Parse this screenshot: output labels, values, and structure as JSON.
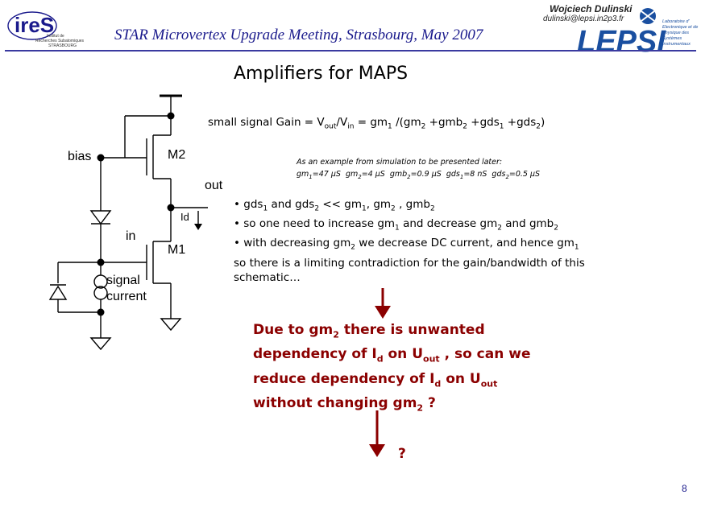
{
  "header": {
    "meeting_title": "STAR Microvertex Upgrade Meeting, Strasbourg, May 2007",
    "author": "Wojciech Dulinski",
    "email": "dulinski@lepsi.in2p3.fr",
    "ires_logo_text": "ireS",
    "ires_logo_subtext": [
      "Institut de",
      "Recherches Subatomiques",
      "STRASBOURG"
    ],
    "lepsi_logo_text": "LEPSI",
    "lepsi_logo_subtext": [
      "Laboratoire d'",
      "Electronique et de",
      "Physique des",
      "Systèmes",
      "Instrumentaux"
    ]
  },
  "slide": {
    "title": "Amplifiers for MAPS",
    "page_number": "8"
  },
  "circuit": {
    "labels": {
      "bias": "bias",
      "m2": "M2",
      "out": "out",
      "id": "Id",
      "in": "in",
      "m1": "M1",
      "signal": "signal",
      "current": "current"
    }
  },
  "colors": {
    "header_blue": "#1a1a8c",
    "arrow_red": "#8b0000",
    "text_dark_red": "#8b0000",
    "lepsi_blue": "#1a4fa0"
  },
  "question_mark": "?"
}
